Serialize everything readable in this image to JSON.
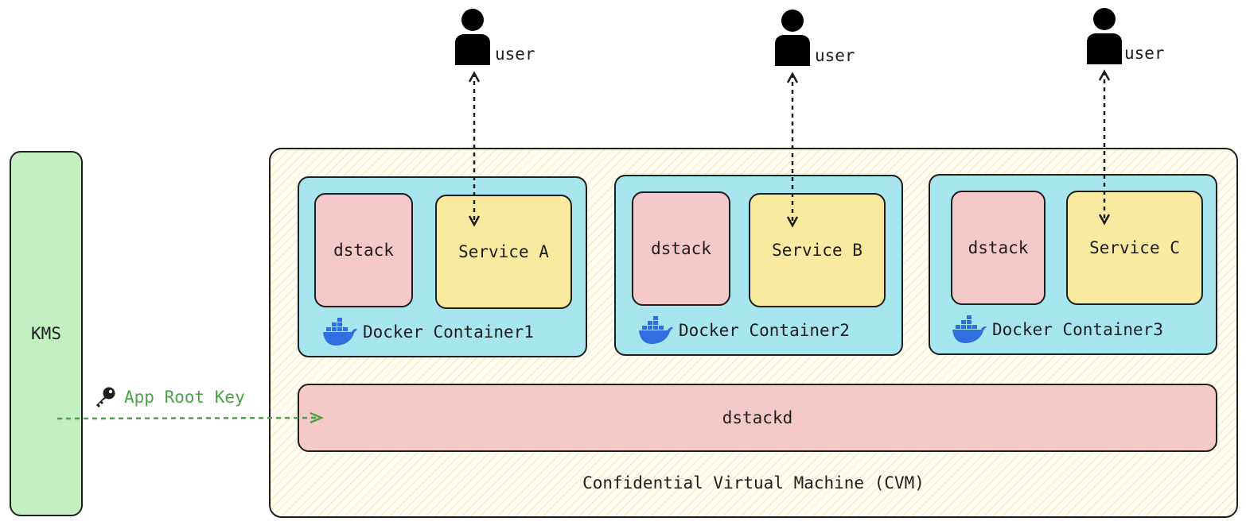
{
  "kms": {
    "label": "KMS"
  },
  "cvm": {
    "label": "Confidential Virtual Machine (CVM)"
  },
  "dstackd": {
    "label": "dstackd"
  },
  "key_edge": {
    "label": "App Root Key",
    "color": "#4ea14a"
  },
  "containers": [
    {
      "label": "Docker Container1",
      "dstack_label": "dstack",
      "service_label": "Service A",
      "user_label": "user"
    },
    {
      "label": "Docker Container2",
      "dstack_label": "dstack",
      "service_label": "Service B",
      "user_label": "user"
    },
    {
      "label": "Docker Container3",
      "dstack_label": "dstack",
      "service_label": "Service C",
      "user_label": "user"
    }
  ],
  "colors": {
    "kms_fill": "#c3f0c0",
    "container_fill": "#a8e6ef",
    "dstack_fill": "#f5c9c9",
    "service_fill": "#f9eaa0",
    "docker_icon": "#2f6fe0",
    "stroke": "#1e1e1e"
  },
  "icons": [
    "person-icon",
    "docker-whale-icon",
    "key-icon"
  ]
}
